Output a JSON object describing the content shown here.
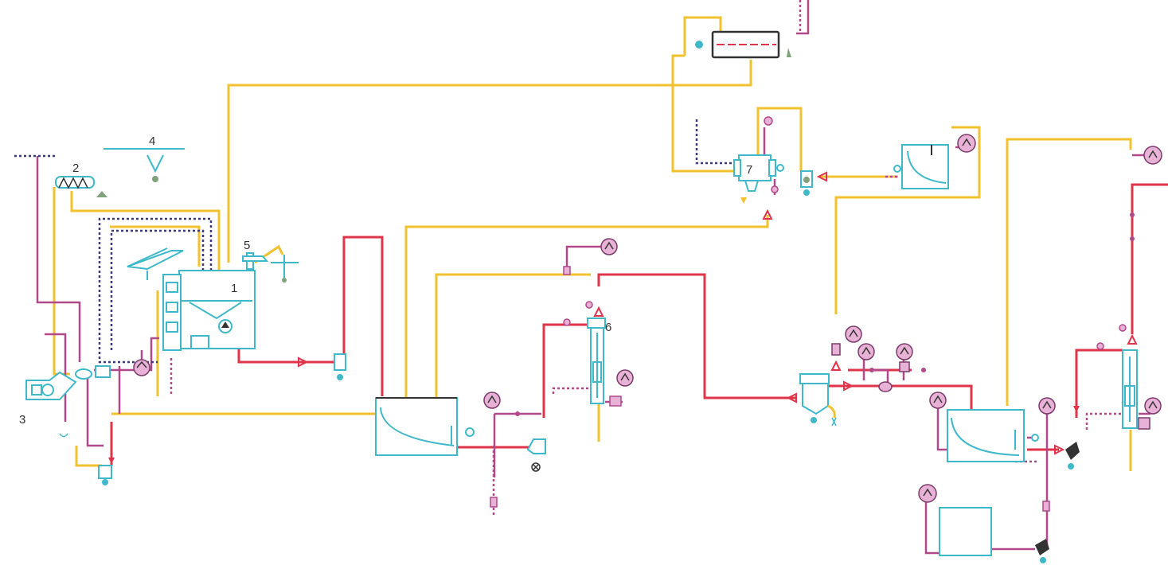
{
  "labels": {
    "unit_1": "1",
    "unit_2": "2",
    "unit_3": "3",
    "unit_4": "4",
    "unit_5": "5",
    "unit_6": "6",
    "unit_7": "7"
  },
  "colors": {
    "yellow_line": "#f2c12e",
    "red_line": "#e0344a",
    "pink_line": "#b0488a",
    "navy_line": "#3c3a78",
    "equipment": "#3fb9c9",
    "gauge_fill": "#e8b2d6"
  }
}
